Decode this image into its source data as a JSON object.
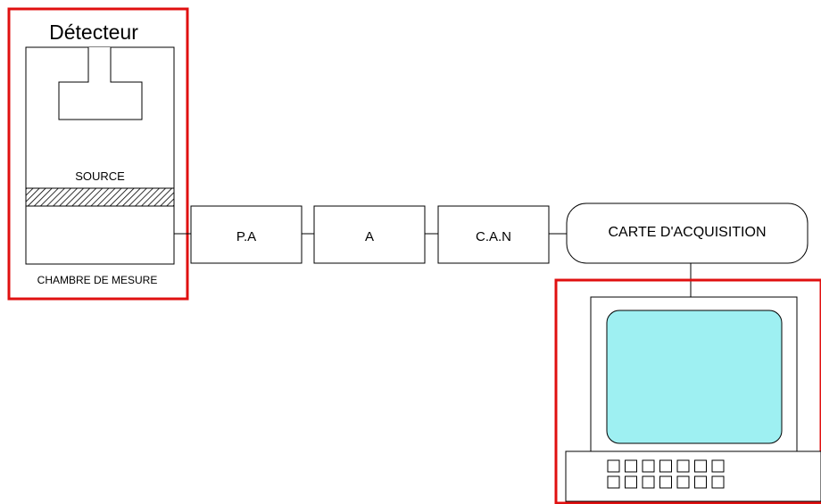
{
  "diagram": {
    "detector_label": "Détecteur",
    "source_label": "SOURCE",
    "chamber_label": "CHAMBRE DE MESURE",
    "chain": [
      "P.A",
      "A",
      "C.A.N"
    ],
    "card_label": "CARTE D'ACQUISITION",
    "keyboard_keys": 14
  },
  "colors": {
    "highlight": "#e01010",
    "screen": "#9ef0f2",
    "line": "#000000"
  }
}
